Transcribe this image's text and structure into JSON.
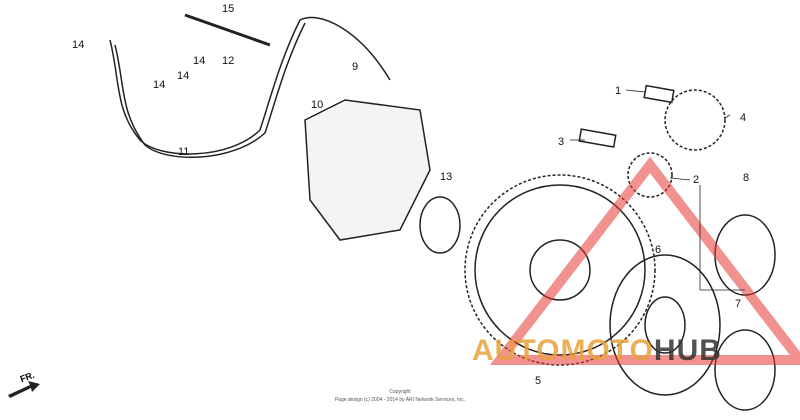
{
  "callouts": [
    "1",
    "2",
    "3",
    "4",
    "5",
    "6",
    "7",
    "8",
    "9",
    "10",
    "11",
    "12",
    "13",
    "14",
    "14",
    "14",
    "14",
    "15"
  ],
  "direction_label": "FR.",
  "copyright": {
    "line1": "Copyright",
    "line2": "Page design (c) 2004 - 2014 by ARI Network Services, Inc."
  },
  "watermark": {
    "part1": "AUTOMOTO",
    "part2": "HUB",
    "color": "#e8a23a",
    "triangle_color": "#e53935"
  }
}
